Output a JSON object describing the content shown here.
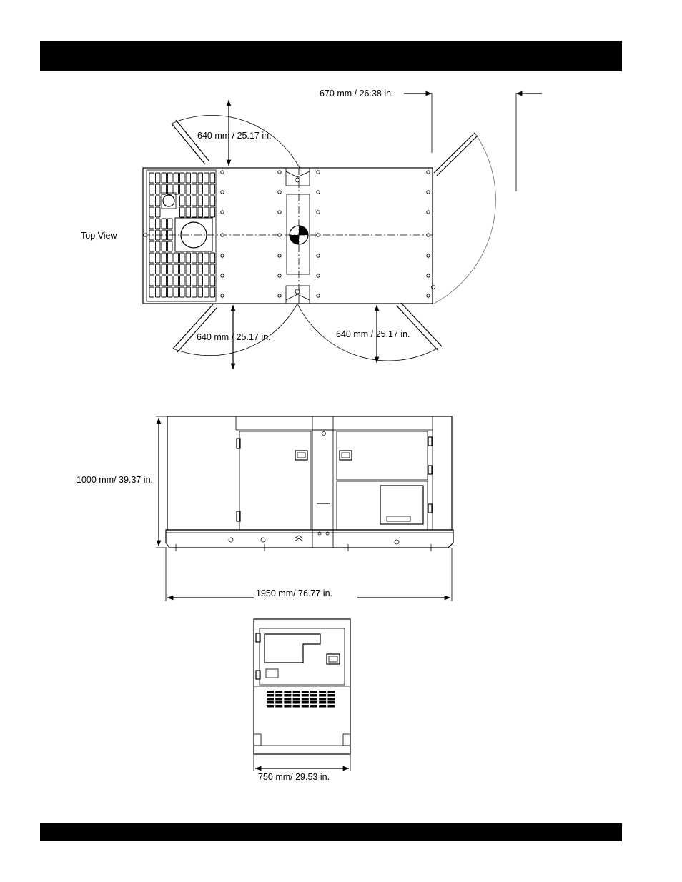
{
  "labels": {
    "top_view": "Top View",
    "door_clearance_right": "670 mm / 26.38 in.",
    "door_swing_top_left": "640 mm / 25.17 in.",
    "door_swing_bottom_left": "640 mm / 25.17 in.",
    "door_swing_bottom_right": "640 mm / 25.17 in.",
    "height": "1000 mm/ 39.37 in.",
    "length": "1950 mm/ 76.77 in.",
    "width": "750 mm/ 29.53 in."
  }
}
